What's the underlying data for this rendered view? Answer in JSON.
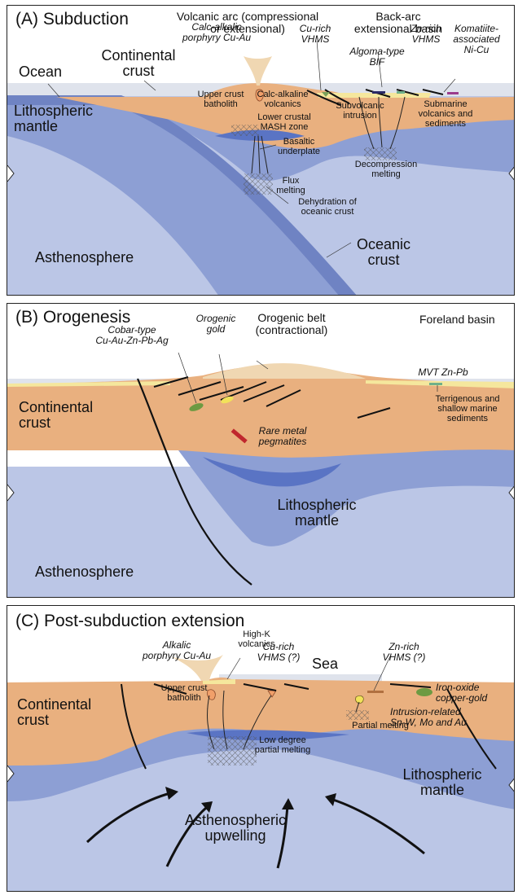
{
  "colors": {
    "crust": "#e9b07f",
    "lithosphere": "#8d9fd4",
    "asthenosphere": "#bbc6e6",
    "oceanic_crust": "#6f83c3",
    "ocean": "#dfe3ec",
    "sediment": "#f5e79d",
    "magma": "#f0d7b2",
    "melt_pool": "#5a74c4"
  },
  "panel_a": {
    "title": "(A) Subduction",
    "labels": {
      "volcanic_arc": "Volcanic arc (compressional\nor extensional)",
      "back_arc": "Back-arc\nextensional basin",
      "ocean": "Ocean",
      "continental_crust": "Continental\ncrust",
      "lithospheric_mantle": "Lithospheric\nmantle",
      "asthenosphere": "Asthenosphere",
      "oceanic_crust": "Oceanic\ncrust",
      "upper_crust_batholith": "Upper crust\nbatholith",
      "calc_alkaline_volcanics": "Calc-alkaline\nvolcanics",
      "lower_crustal_mash": "Lower crustal\nMASH zone",
      "basaltic_underplate": "Basaltic\nunderplate",
      "flux_melting": "Flux\nmelting",
      "dehydration": "Dehydration of\noceanic crust",
      "subvolcanic_intrusion": "Subvolcanic\nintrusion",
      "submarine_volcanics": "Submarine\nvolcanics and\nsediments",
      "decompression_melting": "Decompression\nmelting"
    },
    "deposits": {
      "porphyry": "Calc-alkalic\nporphyry Cu-Au",
      "cu_vhms": "Cu-rich\nVHMS",
      "algoma": "Algoma-type\nBIF",
      "zn_vhms": "Zn-rich\nVHMS",
      "komatiite": "Komatiite-\nassociated\nNi-Cu"
    }
  },
  "panel_b": {
    "title": "(B) Orogenesis",
    "labels": {
      "orogenic_belt": "Orogenic belt\n(contractional)",
      "foreland_basin": "Foreland basin",
      "continental_crust": "Continental\ncrust",
      "lithospheric_mantle": "Lithospheric\nmantle",
      "asthenosphere": "Asthenosphere",
      "terrigenous": "Terrigenous and\nshallow marine\nsediments"
    },
    "deposits": {
      "cobar": "Cobar-type\nCu-Au-Zn-Pb-Ag",
      "orogenic_gold": "Orogenic\ngold",
      "mvt": "MVT Zn-Pb",
      "pegmatites": "Rare metal\npegmatites"
    }
  },
  "panel_c": {
    "title": "(C) Post-subduction extension",
    "labels": {
      "high_k": "High-K\nvolcanics",
      "sea": "Sea",
      "continental_crust": "Continental\ncrust",
      "lithospheric_mantle": "Lithospheric\nmantle",
      "asthenospheric_upwelling": "Asthenospheric\nupwelling",
      "upper_crust_batholith": "Upper crust\nbatholith",
      "low_degree_melting": "Low degree\npartial melting",
      "partial_melting": "Partial melting"
    },
    "deposits": {
      "alkalic_porphyry": "Alkalic\nporphyry Cu-Au",
      "cu_vhms": "Cu-rich\nVHMS (?)",
      "zn_vhms": "Zn-rich\nVHMS (?)",
      "iocg": "Iron-oxide\ncopper-gold",
      "intrusion_related": "Intrusion-related\nSn-W, Mo and Au"
    }
  }
}
